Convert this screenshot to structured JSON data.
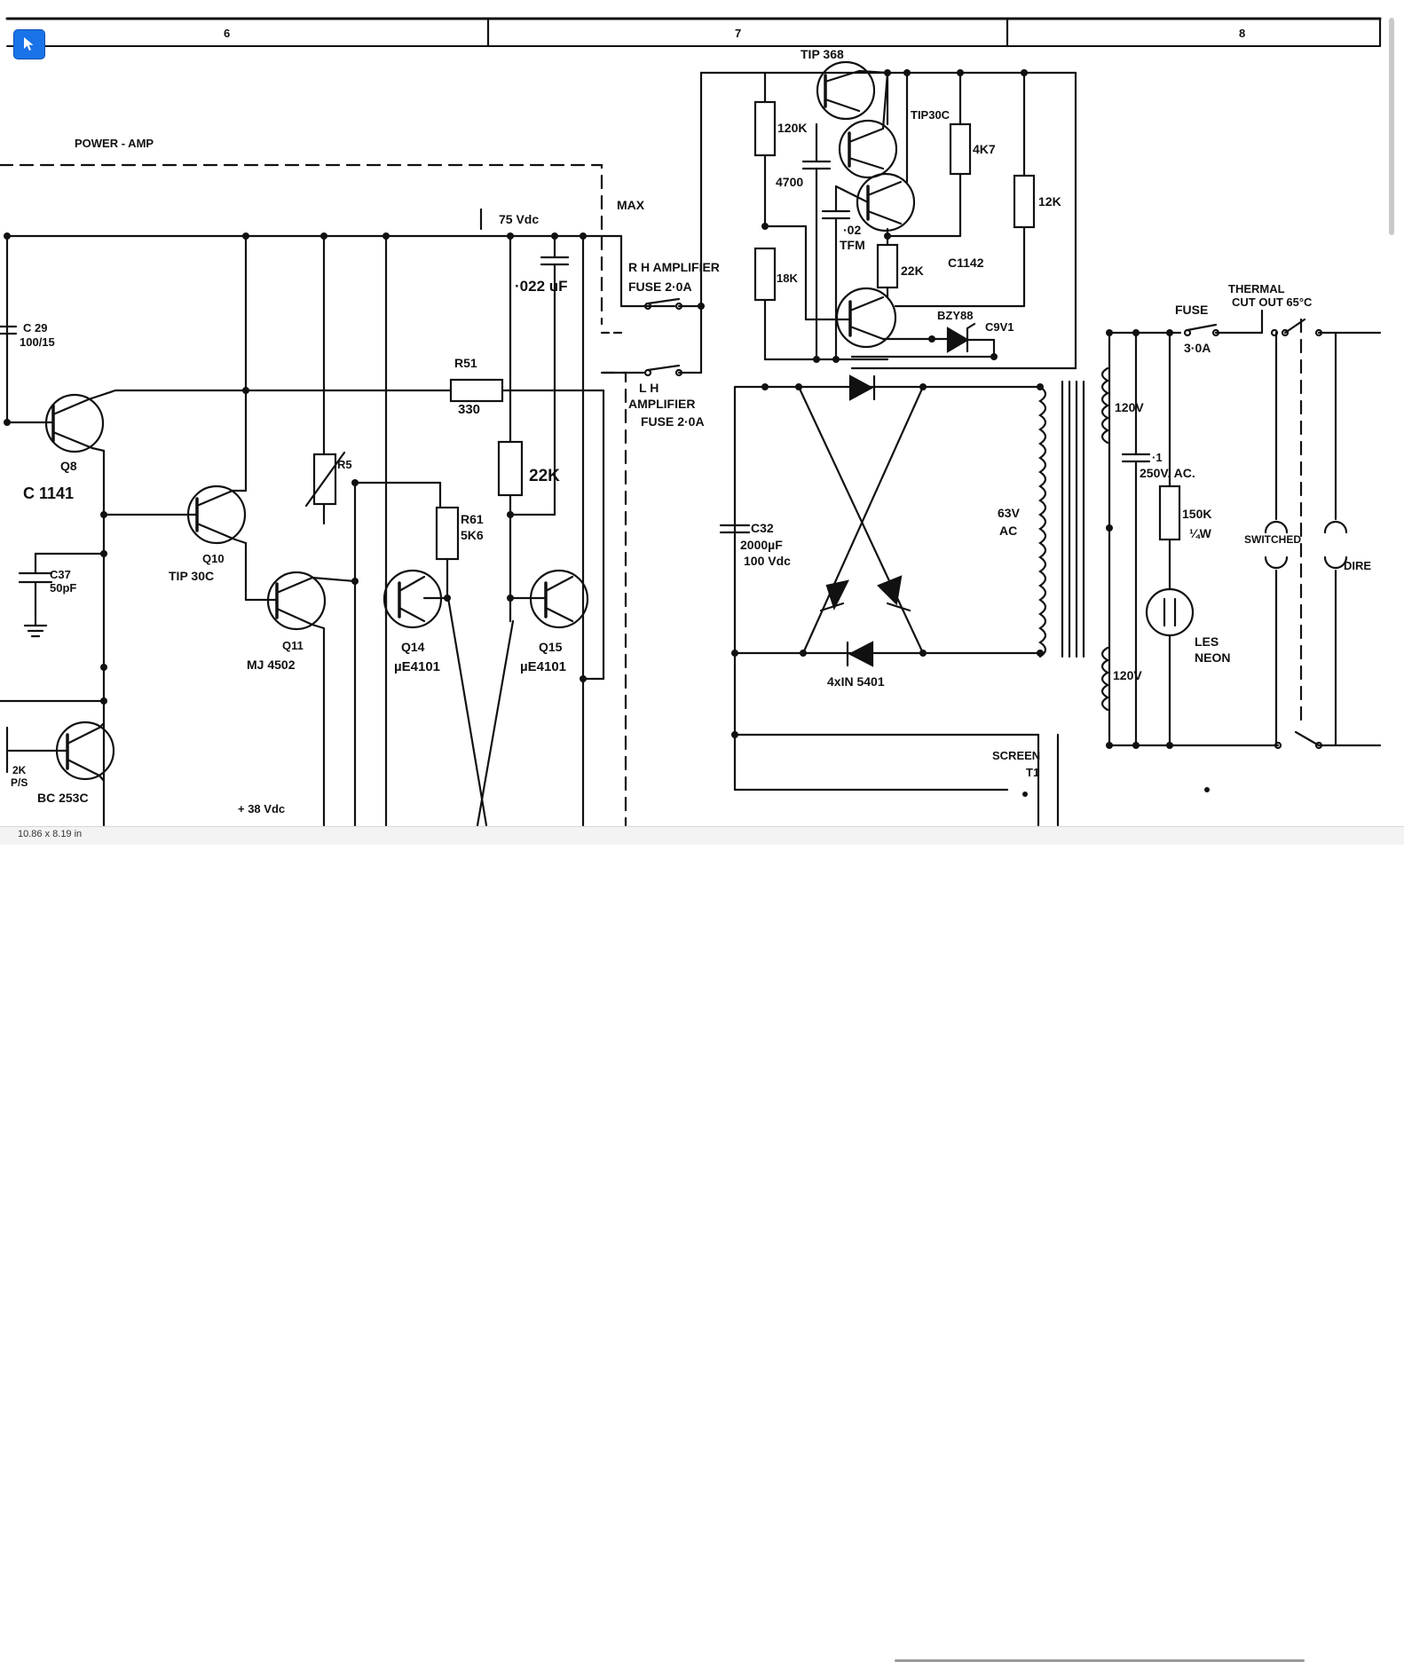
{
  "toolbar": {
    "select_tool_icon": "pointer-arrow-icon"
  },
  "status": {
    "dimensions": "10.86 x 8.19 in"
  },
  "colors": {
    "ink": "#111111",
    "tool_accent": "#1a73e8"
  },
  "ruler": {
    "col_6": "6",
    "col_7": "7",
    "col_8": "8"
  },
  "labels": {
    "power_amp": "POWER - AMP",
    "max": "MAX",
    "vdc75": "75 Vdc",
    "cap_022": "·022 uF",
    "c29_name": "C 29",
    "c29_val": "100/15",
    "r51_name": "R51",
    "r51_val": "330",
    "q8": "Q8",
    "c1141": "C 1141",
    "r5": "R5",
    "r22k_left": "22K",
    "r61_name": "R61",
    "r61_val": "5K6",
    "q10": "Q10",
    "tip30c_q10": "TIP 30C",
    "c37_name": "C37",
    "c37_val": "50pF",
    "q11": "Q11",
    "mj4502": "MJ 4502",
    "q14": "Q14",
    "ue4101_a": "µE4101",
    "q15": "Q15",
    "ue4101_b": "µE4101",
    "bc253c": "BC 253C",
    "r2k2": "2K",
    "ps": "P/S",
    "vdc38": "+ 38 Vdc",
    "rh_amp": "R H AMPLIFIER",
    "rh_fuse": "FUSE  2·0A",
    "lh": "L H",
    "lh_amp": "AMPLIFIER",
    "lh_fuse": "FUSE 2·0A",
    "tip368": "TIP 368",
    "tip30c_reg": "TIP30C",
    "r120k": "120K",
    "c4700": "4700",
    "r4k7": "4K7",
    "r12k": "12K",
    "c02": "·02",
    "tfm": "TFM",
    "r22k_reg": "22K",
    "c1142": "C1142",
    "r18k": "18K",
    "bzy88": "BZY88",
    "c9v1": "C9V1",
    "c32_name": "C32",
    "c32_val": "2000µF",
    "c32_v": "100 Vdc",
    "ac63v": "63V",
    "ac": "AC",
    "diodes": "4xIN 5401",
    "screen": "SCREEN",
    "t1": "T1",
    "v120_top": "120V",
    "v120_bot": "120V",
    "cap_1": "·1",
    "cap_250v": "250V. AC.",
    "r150k": "150K",
    "quarter_w": "¼W",
    "les": "LES",
    "neon": "NEON",
    "fuse_main": "FUSE",
    "fuse_val": "3·0A",
    "thermal": "THERMAL",
    "cutout": "CUT OUT 65°C",
    "switched": "SWITCHED",
    "direct": "DIRE"
  }
}
